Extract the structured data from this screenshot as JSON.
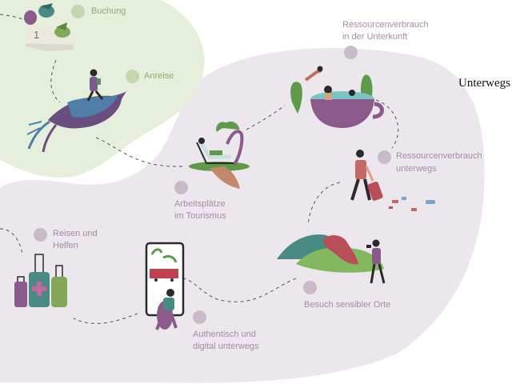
{
  "page": {
    "title": "Unterwegs"
  },
  "colors": {
    "start_blob": "#e6eedc",
    "main_blob": "#ebe7ec",
    "green_text": "#8fae6f",
    "mauve_text": "#a58aa5",
    "green_dot": "#c2d7ae",
    "mauve_dot": "#c9b9c9",
    "path": "#555555"
  },
  "stations": [
    {
      "label_line1": "Buchung",
      "label_line2": "",
      "icon": "podium-birds-icon",
      "theme": "green"
    },
    {
      "label_line1": "Anreise",
      "label_line2": "",
      "icon": "flying-bird-rider-icon",
      "theme": "green"
    },
    {
      "label_line1": "Ressourcenverbrauch",
      "label_line2": "in der Unterkunft",
      "icon": "cup-pool-icon",
      "theme": "mauve"
    },
    {
      "label_line1": "Arbeitsplätze",
      "label_line2": "im Tourismus",
      "icon": "beach-lounger-icon",
      "theme": "mauve"
    },
    {
      "label_line1": "Ressourcenverbrauch",
      "label_line2": "unterwegs",
      "icon": "traveler-litter-icon",
      "theme": "mauve"
    },
    {
      "label_line1": "Reisen und",
      "label_line2": "Helfen",
      "icon": "luggage-icon",
      "theme": "mauve"
    },
    {
      "label_line1": "Besuch sensibler Orte",
      "label_line2": "",
      "icon": "sensitive-site-icon",
      "theme": "mauve"
    },
    {
      "label_line1": "Authentisch und",
      "label_line2": "digital unterwegs",
      "icon": "phone-traveler-icon",
      "theme": "mauve"
    }
  ]
}
